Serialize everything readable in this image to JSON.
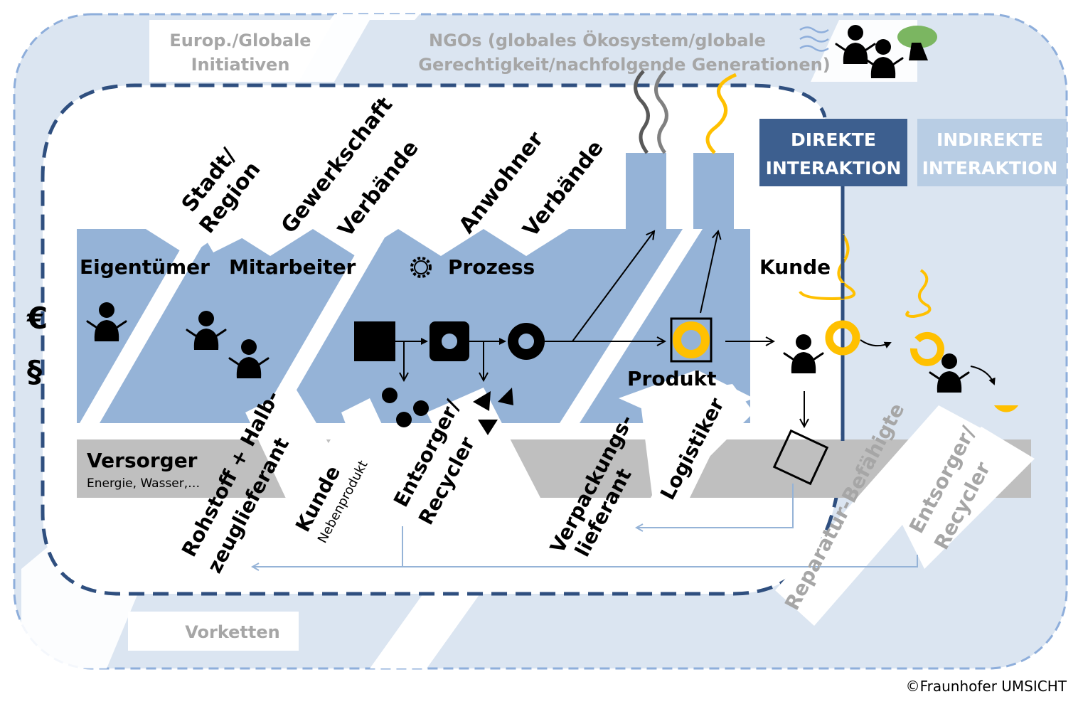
{
  "top_initiatives": "Europ./Globale",
  "top_initiatives_2": "Initiativen",
  "top_ngos": "NGOs (globales Ökosystem/globale",
  "top_ngos_2": "Gerechtigkeit/nachfolgende Generationen)",
  "legend": {
    "direct_1": "DIREKTE",
    "direct_2": "INTERAKTION",
    "indirect_1": "INDIREKTE",
    "indirect_2": "INTERAKTION",
    "direct_color": "#3d5f8f",
    "indirect_color": "#b8cde4"
  },
  "rotated_top": {
    "stadt_1": "Stadt/",
    "stadt_2": "Region",
    "gewerkschaft": "Gewerkschaft",
    "verbaende_1": "Verbände",
    "anwohner": "Anwohner",
    "verbaende_2": "Verbände"
  },
  "factory": {
    "owner": "Eigentümer",
    "employees": "Mitarbeiter",
    "process": "Prozess",
    "product": "Produkt",
    "customer": "Kunde"
  },
  "symbols": {
    "euro": "€",
    "paragraph": "§"
  },
  "supplier": {
    "title": "Versorger",
    "subtitle": "Energie, Wasser,…"
  },
  "rotated_bottom": {
    "rohstoff_1": "Rohstoff + Halb-",
    "rohstoff_2": "zeuglieferant",
    "kunde": "Kunde",
    "nebenprodukt": "Nebenprodukt",
    "entsorger_1": "Entsorger/",
    "entsorger_2": "Recycler",
    "verpackung_1": "Verpackungs-",
    "verpackung_2": "lieferant",
    "logistiker": "Logistiker",
    "reparatur": "Reparatur-Befähigte",
    "entsorger_ext_1": "Entsorger/",
    "entsorger_ext_2": "Recycler"
  },
  "bottom_vorketten": "Vorketten",
  "copyright": "©Fraunhofer UMSICHT",
  "colors": {
    "outer_fill": "#dbe5f1",
    "outer_border": "#8eaedb",
    "inner_border": "#2f4f7f",
    "factory": "#95b3d7",
    "supplier_bar": "#bfbfbf",
    "yellow": "#ffc000",
    "flow_line": "#95b3d7"
  }
}
